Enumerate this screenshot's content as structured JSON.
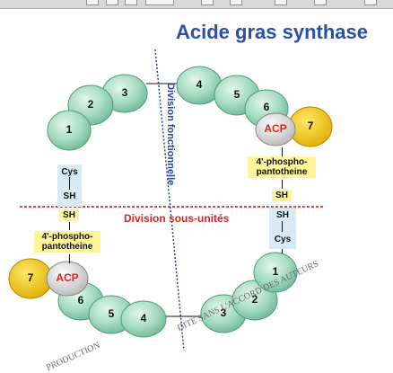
{
  "title": "Acide gras synthase",
  "division_functional": "Division fonctionnelle",
  "division_subunits": "Division  sous-unités",
  "top_complex": {
    "domains": [
      "1",
      "2",
      "3",
      "4",
      "5",
      "6"
    ],
    "acp": "ACP",
    "seven": "7",
    "phospho_line1": "4'-phospho-",
    "phospho_line2": "pantotheine",
    "sh_upper": "SH",
    "sh_lower": "SH",
    "cys": "Cys"
  },
  "bottom_complex": {
    "domains": [
      "1",
      "2",
      "3",
      "4",
      "5",
      "6"
    ],
    "acp": "ACP",
    "seven": "7",
    "phospho_line1": "4'-phospho-",
    "phospho_line2": "pantotheine",
    "sh_upper": "SH",
    "sh_lower": "SH",
    "cys": "Cys"
  },
  "watermark_left": "PRODUCTION",
  "watermark_right": "DITE SANS L'ACCORD DES AUTEURS",
  "colors": {
    "title": "#2b4fa3",
    "domain": "#a7dcc4",
    "acp": "#e8e8e8",
    "seven": "#f2c200",
    "acp_text": "#e02020",
    "division_red": "#e02020",
    "division_blue": "#2b3f9a"
  }
}
